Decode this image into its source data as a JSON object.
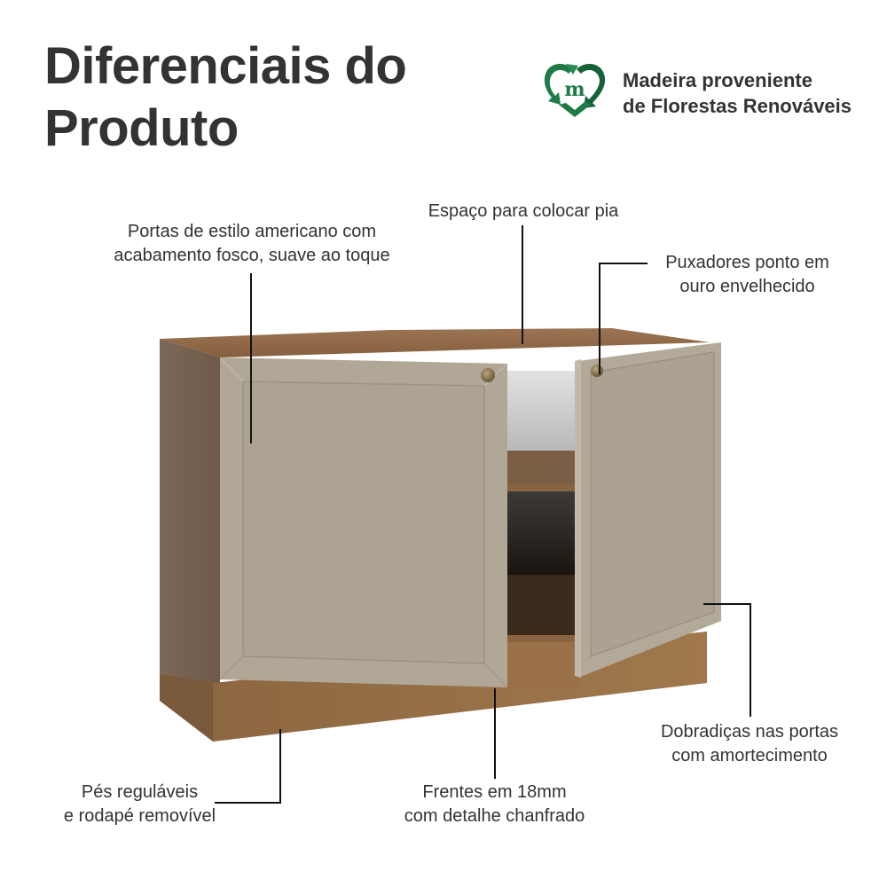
{
  "header": {
    "title_line1": "Diferenciais do",
    "title_line2": "Produto"
  },
  "badge": {
    "icon": "recycle-heart-m-icon",
    "line1": "Madeira proveniente",
    "line2": "de Florestas Renováveis",
    "color": "#1e7a46"
  },
  "callouts": {
    "portas": {
      "line1": "Portas de estilo americano com",
      "line2": "acabamento fosco, suave ao toque"
    },
    "pia": {
      "line1": "Espaço para colocar pia"
    },
    "puxadores": {
      "line1": "Puxadores ponto em",
      "line2": "ouro envelhecido"
    },
    "dobradicas": {
      "line1": "Dobradiças nas portas",
      "line2": "com amortecimento"
    },
    "pes": {
      "line1": "Pés reguláveis",
      "line2": "e rodapé removível"
    },
    "frentes": {
      "line1": "Frentes em 18mm",
      "line2": "com detalhe chanfrado"
    }
  },
  "colors": {
    "wood": "#8a6440",
    "door": "#b1a797",
    "handle": "#8a7a55"
  }
}
